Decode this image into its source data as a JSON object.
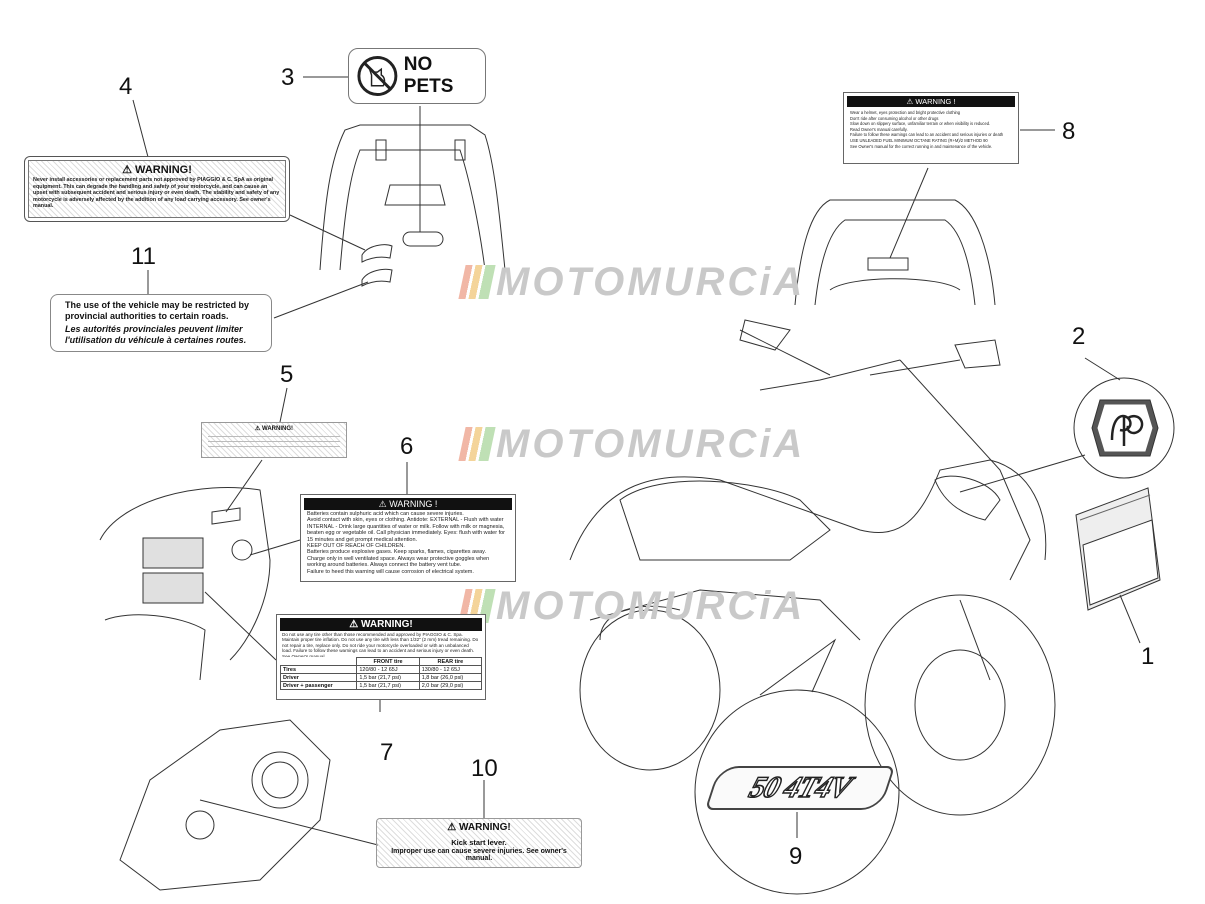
{
  "callouts": {
    "n1": "1",
    "n2": "2",
    "n3": "3",
    "n4": "4",
    "n5": "5",
    "n6": "6",
    "n7": "7",
    "n8": "8",
    "n9": "9",
    "n10": "10",
    "n11": "11"
  },
  "watermark": "MOTOMURCiA",
  "label3": {
    "text": "NO PETS"
  },
  "label4": {
    "title": "⚠ WARNING!",
    "body": "Never install accessories or replacement parts not approved by PIAGGIO & C. SpA as original equipment. This can degrade the handling and safety of your motorcycle, and can cause an upset with subsequent accident and serious injury or even death. The stability and safety of any motorcycle is adversely affected by the addition of any load carrying accessory. See owner's manual."
  },
  "label5": {
    "title": "⚠ WARNING!"
  },
  "label6": {
    "title": "⚠ WARNING !",
    "lines": [
      "Batteries contain sulphuric acid which can cause severe injuries.",
      "Avoid contact with skin, eyes or clothing. Antidote: EXTERNAL - Flush with water",
      "INTERNAL - Drink large quantities of water or milk. Follow with milk or magnesia,",
      "beaten egg or vegetable oil. Call physician immediately. Eyes: flush with water for",
      "15 minutes and get prompt medical attention.",
      "KEEP OUT OF REACH OF CHILDREN.",
      "Batteries produce explosive gases. Keep sparks, flames, cigarettes away.",
      "Charge only in well ventilated space. Always wear protective goggles when",
      "working around batteries. Always connect the battery vent tube.",
      "Failure to heed this warning will cause corrosion of electrical system."
    ]
  },
  "label7": {
    "title": "⚠ WARNING!",
    "left": "Do not use any tire other than those recommended and approved by PIAGGIO & C. Spa. Maintain proper tire inflation. Do not use any tire with less than 1/32\" (2 mm) tread remaining. Do not repair a tire, replace only. Do not ride your motorcycle overloaded or with an unbalanced load. Failure to follow these warnings can lead to an accident and serious injury or even death. See Owner's manual",
    "front": "FRONT tire",
    "rear": "REAR tire",
    "rows": [
      {
        "name": "Tires",
        "front": "120/80 - 12 65J",
        "rear": "130/80 - 12 65J"
      },
      {
        "name": "Driver",
        "front": "1,5 bar (21,7 psi)",
        "rear": "1,8 bar (26,0 psi)"
      },
      {
        "name": "Driver + passenger",
        "front": "1,5 bar (21,7 psi)",
        "rear": "2,0 bar (29,0 psi)"
      }
    ]
  },
  "label8": {
    "title": "⚠ WARNING !",
    "lines": [
      "Wear a helmet, eyes protection and bright protective clothing",
      "Don't ride after consuming alcohol or other drugs",
      "Slow down on slippery surface, unfamiliar terrain or when visibility is reduced.",
      "Read Owner's manual carefully.",
      "Failure to follow these warnings can lead to an accident and serious injuries or death",
      "USE UNLEADED FUEL MINIMUM OCTANE RATING (R+M)/2 METHOD 90",
      "See Owner's manual for the correct running in and maintenance of the vehicle."
    ]
  },
  "label9": {
    "text": "50 4T4V"
  },
  "label10": {
    "title": "⚠ WARNING!",
    "line1": "Kick start lever.",
    "line2": "Improper use can cause severe injuries. See owner's manual."
  },
  "label11": {
    "en": "The use of the vehicle may be restricted by provincial authorities to certain roads.",
    "fr": "Les autorités provinciales peuvent limiter l'utilisation du véhicule à certaines routes."
  }
}
